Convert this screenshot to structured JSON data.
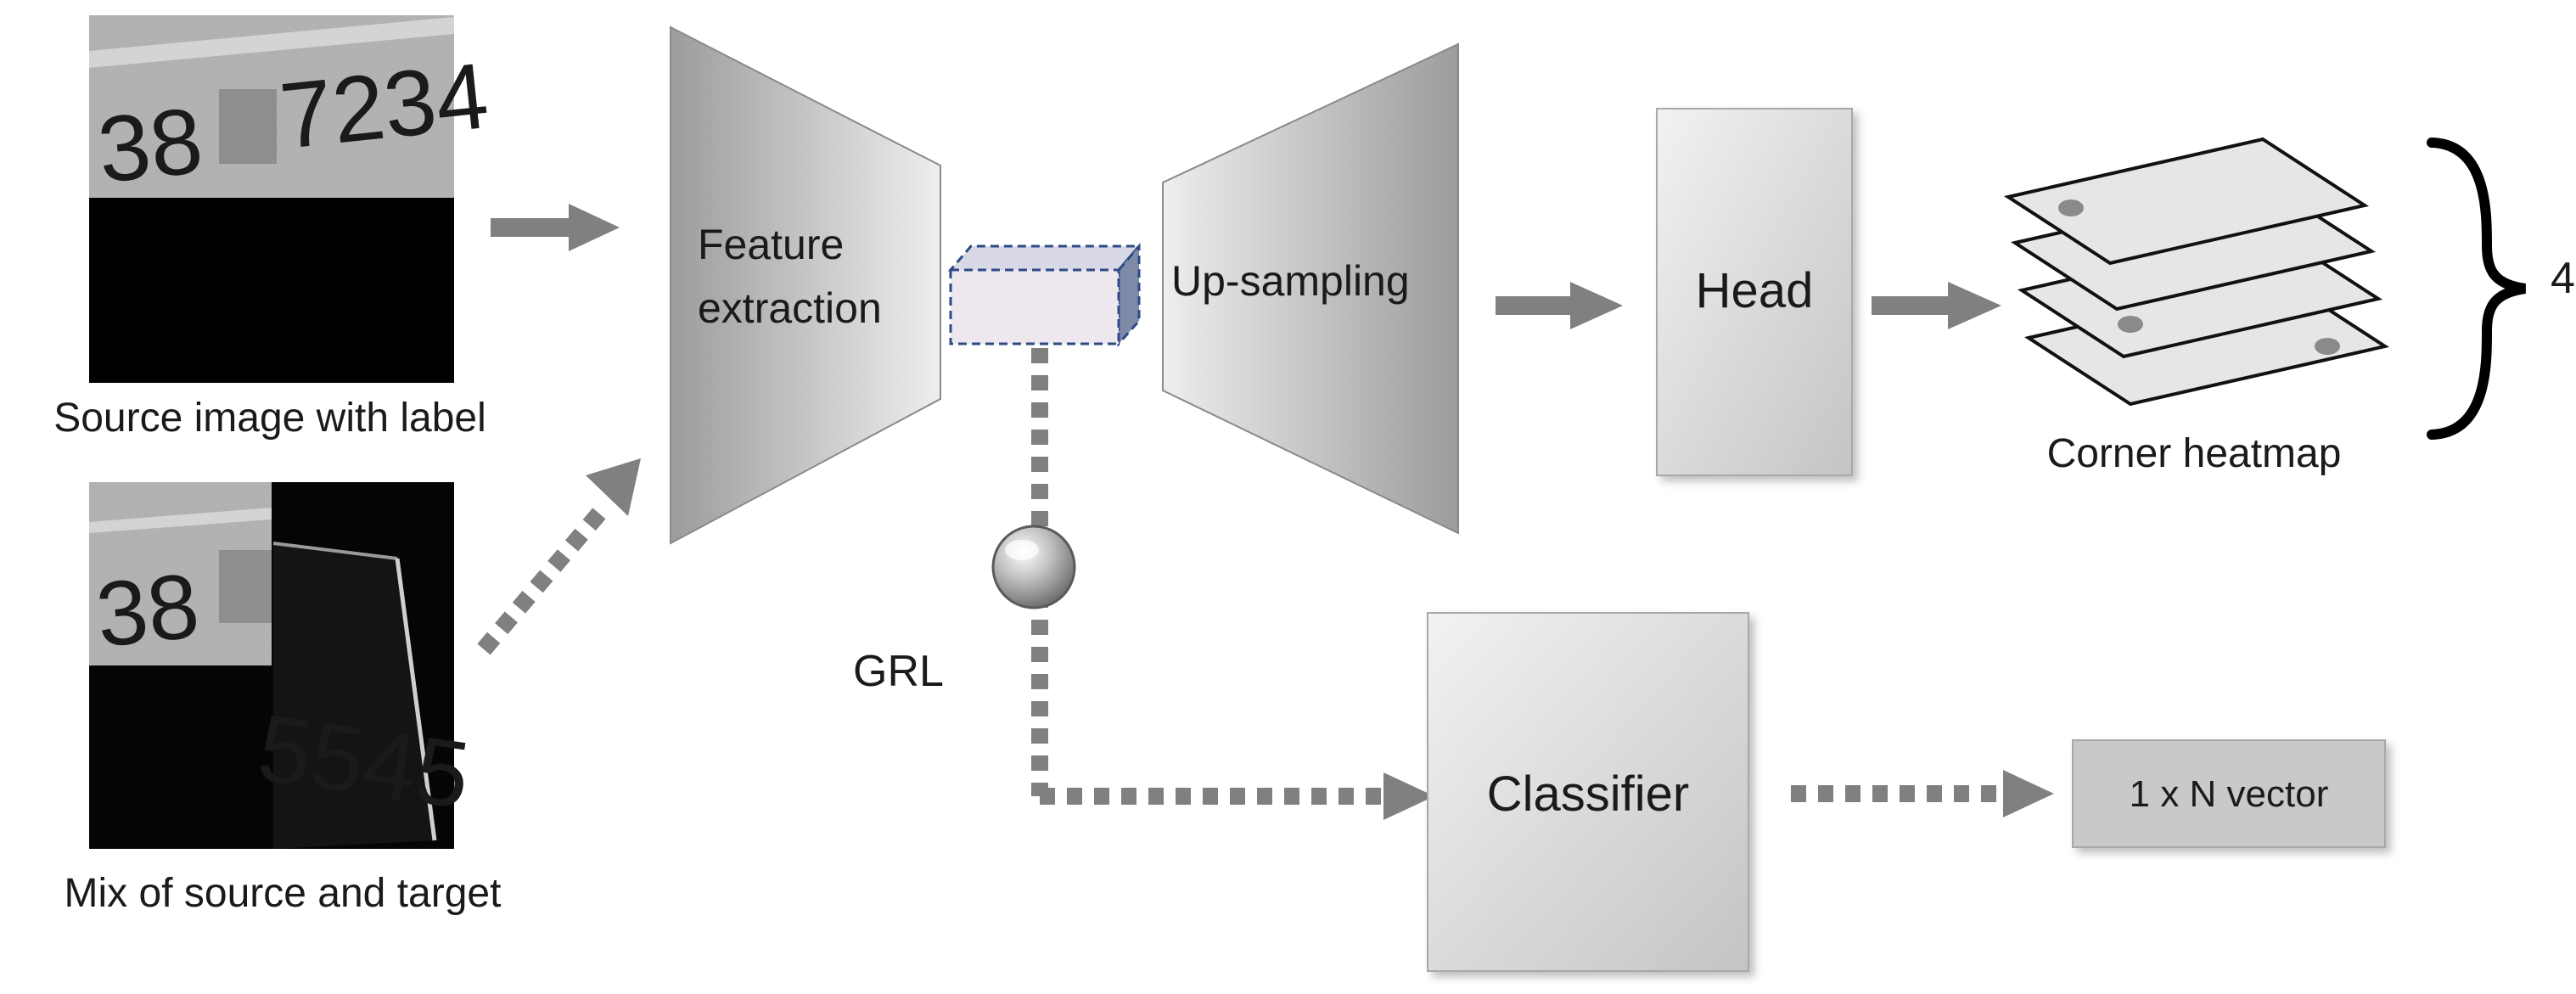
{
  "source_image": {
    "plate_left": "38",
    "plate_right": "7234",
    "caption": "Source image with label"
  },
  "mix_image": {
    "plate_left": "38",
    "plate_target": "5545",
    "caption": "Mix of source and target"
  },
  "feature_extraction": {
    "label_line1": "Feature",
    "label_line2": "extraction"
  },
  "upsampling": {
    "label": "Up-sampling"
  },
  "head": {
    "label": "Head"
  },
  "heatmap": {
    "caption": "Corner heatmap",
    "count": "4"
  },
  "grl": {
    "label": "GRL"
  },
  "classifier": {
    "label": "Classifier"
  },
  "output_vector": {
    "label": "1 x N vector"
  },
  "colors": {
    "arrow": "#808080",
    "block_dark": "#9b9b9b",
    "block_light": "#ececec",
    "feature_box_border": "#2e4a86"
  }
}
